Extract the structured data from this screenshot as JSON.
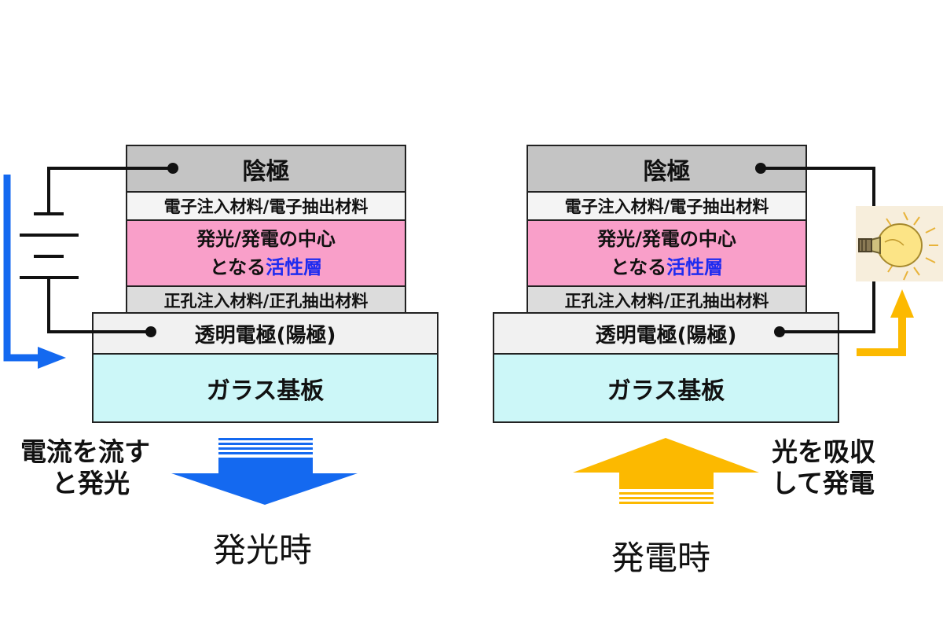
{
  "left": {
    "cathode": "陰極",
    "electron_layer": "電子注入材料/電子抽出材料",
    "active_line1": "発光/発電の中心",
    "active_line2_prefix": "となる",
    "active_line2_highlight": "活性層",
    "hole_layer": "正孔注入材料/正孔抽出材料",
    "anode": "透明電極(陽極)",
    "glass": "ガラス基板",
    "side_line1": "電流を流す",
    "side_line2": "と発光",
    "mode_label": "発光時"
  },
  "right": {
    "cathode": "陰極",
    "electron_layer": "電子注入材料/電子抽出材料",
    "active_line1": "発光/発電の中心",
    "active_line2_prefix": "となる",
    "active_line2_highlight": "活性層",
    "hole_layer": "正孔注入材料/正孔抽出材料",
    "anode": "透明電極(陽極)",
    "glass": "ガラス基板",
    "side_line1": "光を吸収",
    "side_line2": "して発電",
    "mode_label": "発電時"
  },
  "icons": [
    "battery-icon",
    "light-bulb-icon"
  ],
  "colors": {
    "cathode": "#c4c4c4",
    "active_layer": "#f99fc9",
    "active_highlight": "#1f2cf0",
    "glass": "#ccf7f8",
    "emission_arrow": "#1469f0",
    "generation_arrow": "#fcb900"
  }
}
